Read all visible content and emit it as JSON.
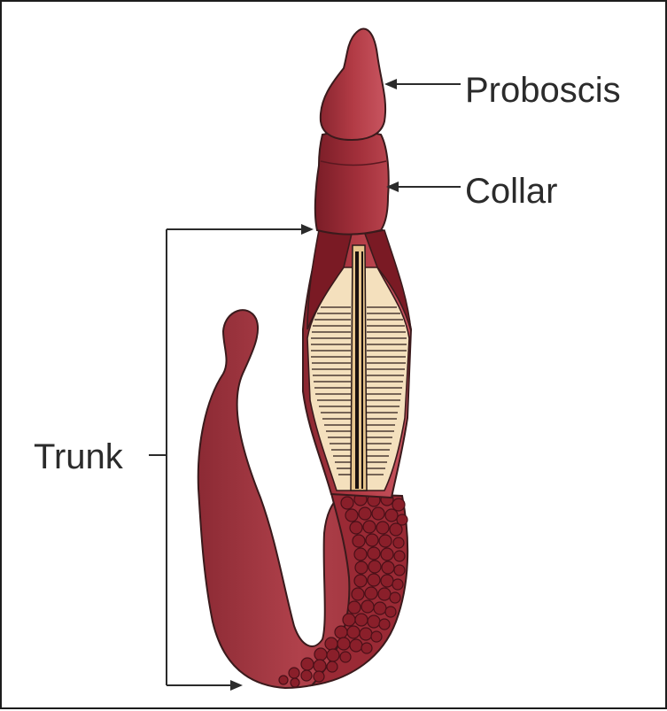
{
  "labels": {
    "proboscis": "Proboscis",
    "collar": "Collar",
    "trunk": "Trunk"
  },
  "colors": {
    "body": "#a8353f",
    "body_dark": "#7e1f28",
    "body_light": "#c9545d",
    "pharynx": "#f6e1bf",
    "outline": "#2a1a1a",
    "line": "#2b2b2b"
  }
}
